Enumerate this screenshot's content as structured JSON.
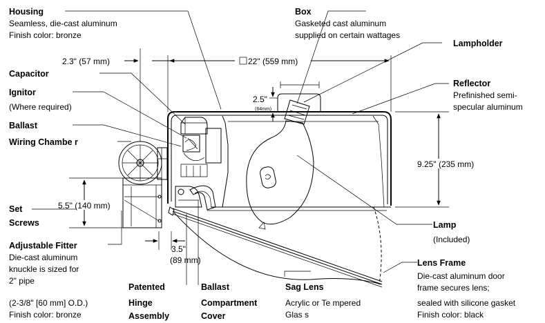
{
  "labels": {
    "housing": {
      "title": "Housing",
      "line1": "Seamless, die-cast aluminum",
      "line2": "Finish color: bronze"
    },
    "box": {
      "title": "Box",
      "line1": "Gasketed cast aluminum",
      "line2": "supplied on certain wattages"
    },
    "lampholder": {
      "title": "Lampholder"
    },
    "reflector": {
      "title": "Reflector",
      "line1": "Prefinished semi-",
      "line2": "specular aluminum"
    },
    "capacitor": {
      "title": "Capacitor"
    },
    "ignitor": {
      "title": "Ignitor",
      "line1": "(Where required)"
    },
    "ballast": {
      "title": "Ballast"
    },
    "wiring_chamber": {
      "title": "Wiring Chambe r"
    },
    "set_screws": {
      "title1": "Set",
      "title2": "Screws"
    },
    "adjustable_fitter": {
      "title": "Adjustable Fitter",
      "line1": "Die-cast aluminum",
      "line2": "knuckle is sized for",
      "line3": "2\" pipe",
      "line4": "(2-3/8\" [60 mm] O.D.)",
      "line5": "Finish color: bronze"
    },
    "hinge": {
      "title1": "Patented",
      "title2": "Hinge",
      "title3": "Assembly"
    },
    "ballast_cover": {
      "title1": "Ballast",
      "title2": "Compartment",
      "title3": "Cover"
    },
    "sag_lens": {
      "title": "Sag Lens",
      "line1": "Acrylic or Te mpered",
      "line2": "Glas s"
    },
    "lamp": {
      "title": "Lamp",
      "line1": "(Included)"
    },
    "lens_frame": {
      "title": "Lens Frame",
      "line1": "Die-cast aluminum door",
      "line2": "frame secures lens;",
      "line3": "sealed with silicone gasket",
      "line4": "Finish color: black"
    }
  },
  "dimensions": {
    "d_2_3": "2.3\" (57 mm)",
    "d_22": "22\" (559 mm)",
    "d_2_5": "2.5\"",
    "d_2_5_mm": "(64mm)",
    "d_9_25": "9.25\" (235 mm)",
    "d_5_5": "5.5\" (140 mm)",
    "d_3_5": "3.5\"",
    "d_3_5_mm": "(89 mm)"
  }
}
